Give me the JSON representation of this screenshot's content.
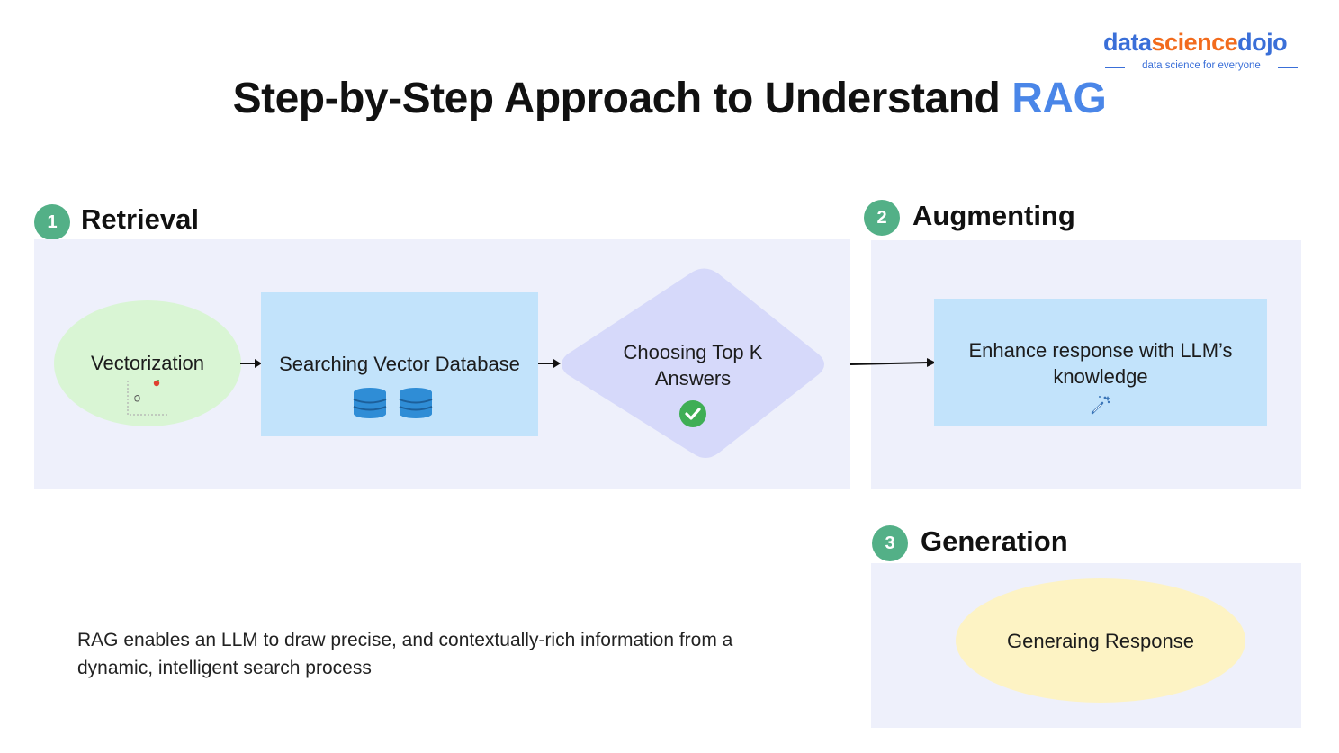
{
  "logo": {
    "part_data": "data",
    "part_science": "science",
    "part_dojo": "dojo",
    "tagline": "data science for everyone"
  },
  "title": {
    "main": "Step-by-Step Approach to Understand ",
    "accent": "RAG"
  },
  "steps": [
    {
      "number": "1",
      "label": "Retrieval"
    },
    {
      "number": "2",
      "label": "Augmenting"
    },
    {
      "number": "3",
      "label": "Generation"
    }
  ],
  "nodes": {
    "vectorization": "Vectorization",
    "search_db": "Searching Vector Database",
    "top_k": "Choosing Top K Answers",
    "enhance": "Enhance response with LLM’s knowledge",
    "generate": "Generaing Response"
  },
  "caption": "RAG enables an LLM to draw precise, and contextually-rich information from a dynamic, intelligent search process",
  "colors": {
    "step_badge": "#53b087",
    "panel": "#eef0fb",
    "vectorization_node": "#d9f5d4",
    "search_node": "#c2e3fb",
    "top_k_node": "#d6d9fa",
    "generate_node": "#fdf3c4",
    "accent": "#4a86e8",
    "logo_blue": "#3a6fd8",
    "logo_orange": "#f26b1d"
  },
  "icons": {
    "vectorization": "scatter-plot-icon",
    "search_db": "database-icon",
    "top_k": "check-circle-icon",
    "enhance": "magic-wand-icon"
  }
}
